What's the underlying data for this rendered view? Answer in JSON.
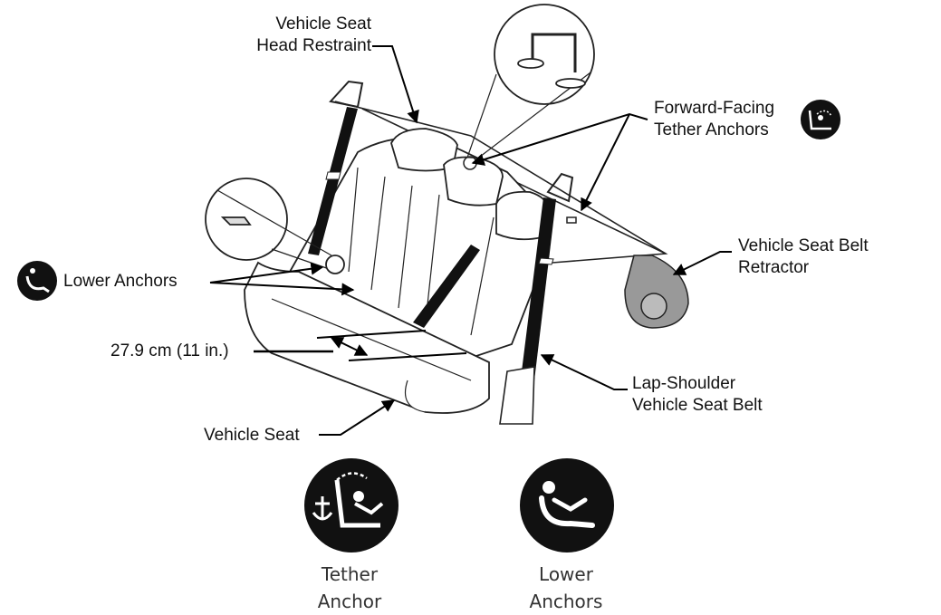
{
  "labels": {
    "head_restraint": [
      "Vehicle Seat",
      "Head Restraint"
    ],
    "tether_anchors": [
      "Forward-Facing",
      "Tether Anchors"
    ],
    "lower_anchors": "Lower Anchors",
    "retractor": [
      "Vehicle Seat Belt",
      "Retractor"
    ],
    "measurement": "27.9 cm (11 in.)",
    "lap_shoulder": [
      "Lap-Shoulder",
      "Vehicle Seat Belt"
    ],
    "vehicle_seat": "Vehicle Seat"
  },
  "legend": [
    {
      "icon": "tether-anchor-icon",
      "caption": [
        "Tether",
        "Anchor"
      ]
    },
    {
      "icon": "lower-anchors-icon",
      "caption": [
        "Lower",
        "Anchors"
      ]
    }
  ]
}
